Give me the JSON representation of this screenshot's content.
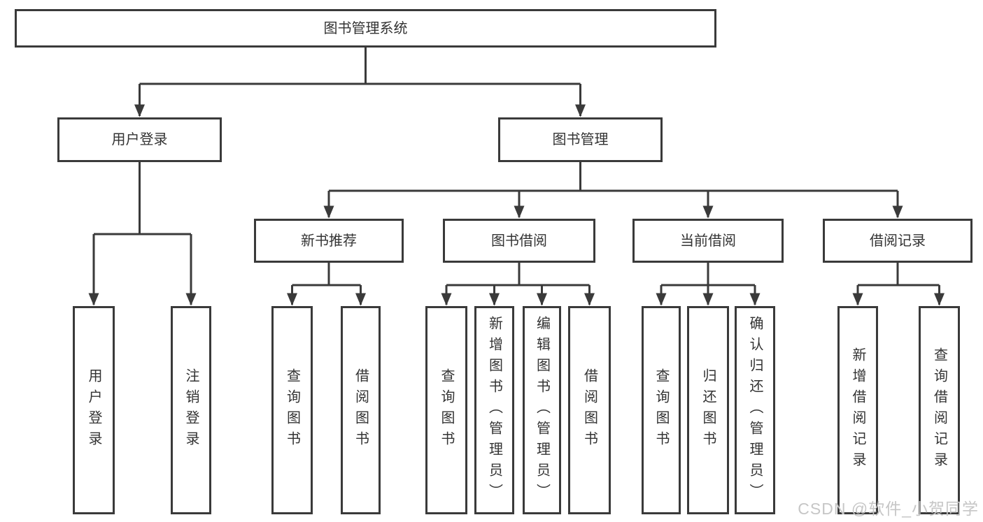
{
  "nodes": {
    "root": {
      "label": "图书管理系统"
    },
    "level2": [
      {
        "label": "用户登录"
      },
      {
        "label": "图书管理"
      }
    ],
    "level3": [
      {
        "label": "新书推荐"
      },
      {
        "label": "图书借阅"
      },
      {
        "label": "当前借阅"
      },
      {
        "label": "借阅记录"
      }
    ],
    "leaves": [
      {
        "label": "用户登录"
      },
      {
        "label": "注销登录"
      },
      {
        "label": "查询图书"
      },
      {
        "label": "借阅图书"
      },
      {
        "label": "查询图书"
      },
      {
        "label": "新增图书（管理员）"
      },
      {
        "label": "编辑图书（管理员）"
      },
      {
        "label": "借阅图书"
      },
      {
        "label": "查询图书"
      },
      {
        "label": "归还图书"
      },
      {
        "label": "确认归还（管理员）"
      },
      {
        "label": "新增借阅记录"
      },
      {
        "label": "查询借阅记录"
      }
    ]
  },
  "watermark": {
    "text": "CSDN @软件_小贺同学"
  },
  "colors": {
    "line": "#3a3a3a",
    "text": "#333333",
    "watermark": "#c6c6c6",
    "background": "#ffffff"
  }
}
